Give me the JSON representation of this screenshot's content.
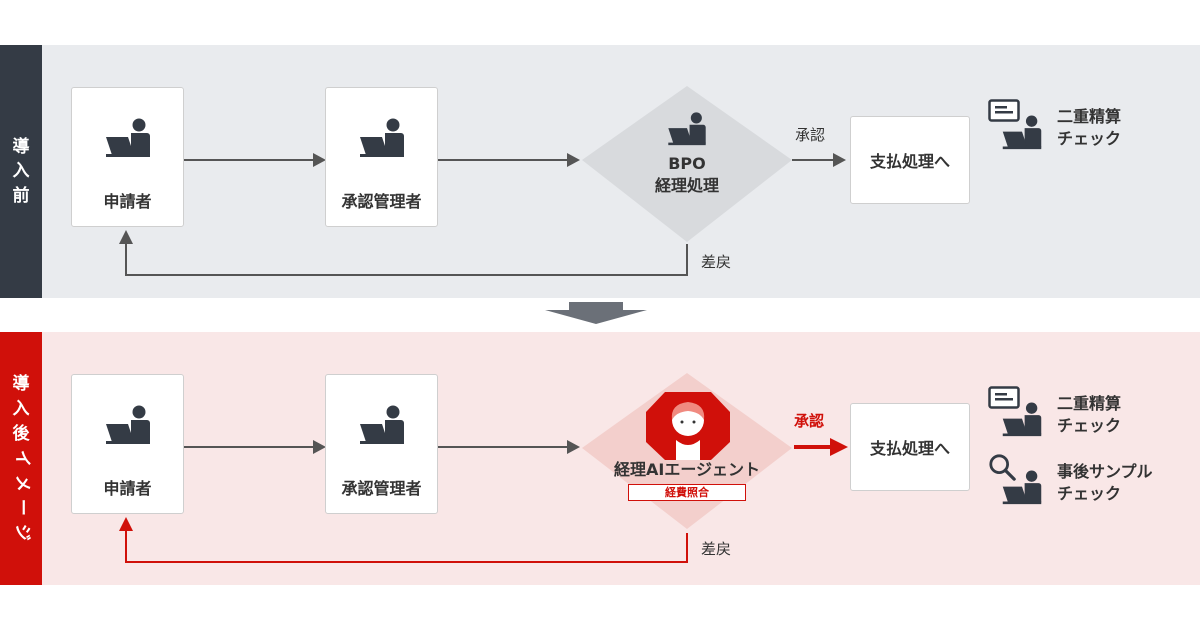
{
  "before": {
    "side_label": [
      "導",
      "入",
      "前"
    ],
    "applicant": "申請者",
    "approver": "承認管理者",
    "bpo_line1": "BPO",
    "bpo_line2": "経理処理",
    "approve": "承認",
    "payment": "支払処理へ",
    "return": "差戻",
    "check1_line1": "二重精算",
    "check1_line2": "チェック"
  },
  "after": {
    "side_label": [
      "導",
      "入",
      "後",
      "イ",
      "メ",
      "ー",
      "ジ"
    ],
    "applicant": "申請者",
    "approver": "承認管理者",
    "agent": "経理AIエージェント",
    "agent_badge": "経費照合",
    "approve": "承認",
    "payment": "支払処理へ",
    "return": "差戻",
    "check1_line1": "二重精算",
    "check1_line2": "チェック",
    "check2_line1": "事後サンプル",
    "check2_line2": "チェック"
  },
  "colors": {
    "accent_red": "#d0100a",
    "dark": "#343b45",
    "arrow_gray": "#555555"
  },
  "icons": [
    "person-at-laptop-icon",
    "document-icon",
    "magnifier-icon",
    "ai-agent-avatar-icon"
  ]
}
